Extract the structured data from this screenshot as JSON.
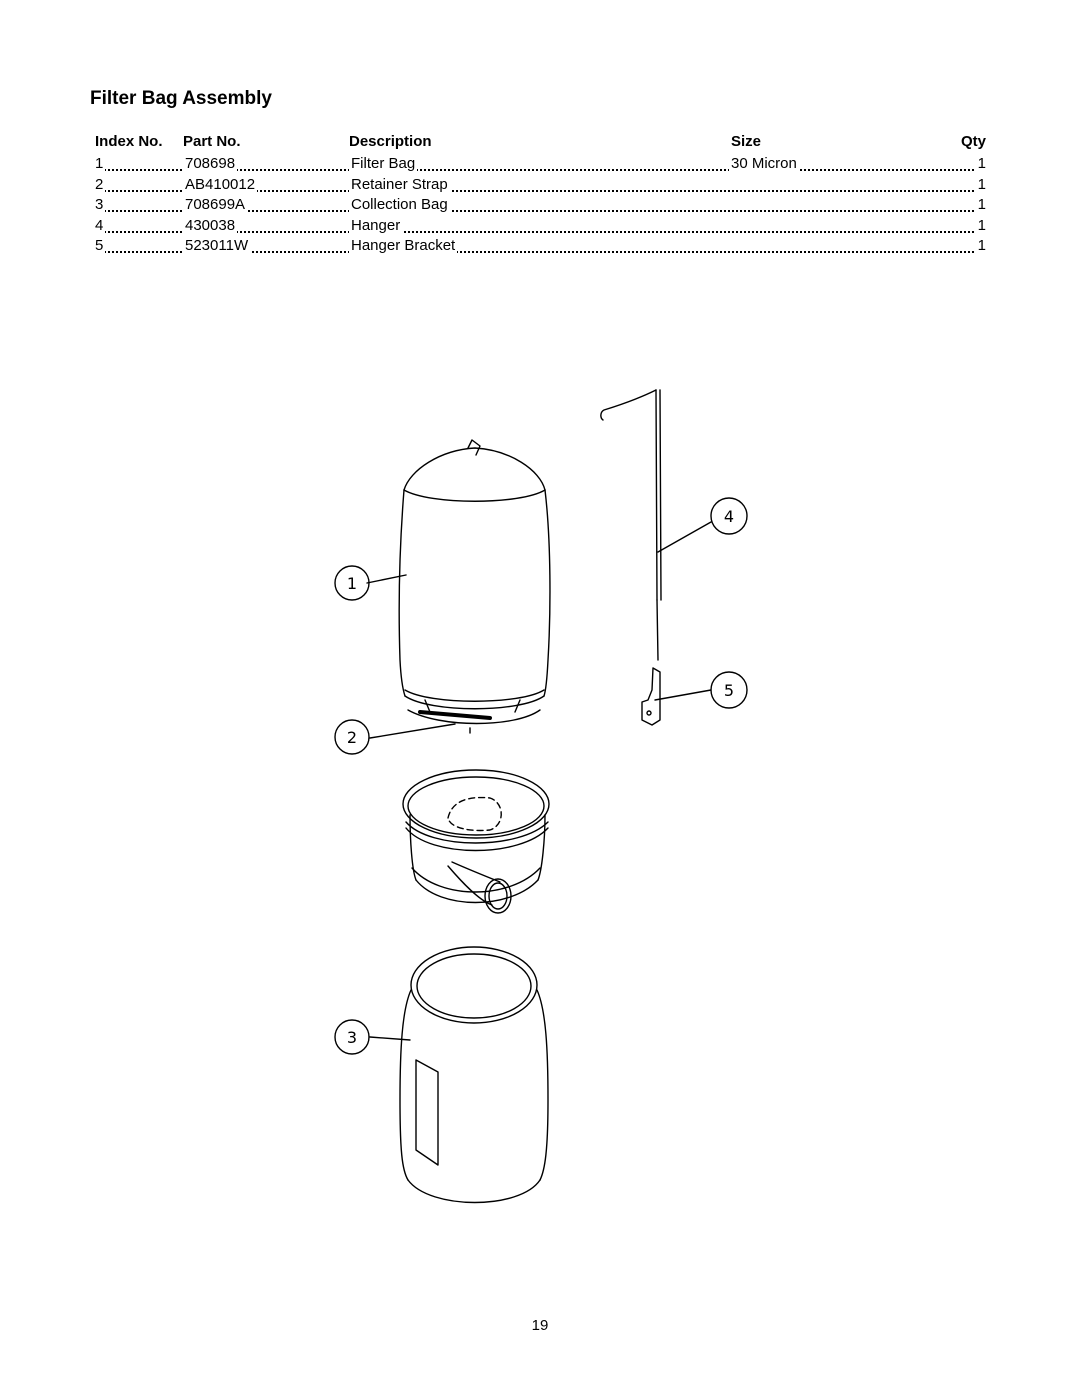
{
  "title": "Filter Bag Assembly",
  "table": {
    "headers": {
      "index": "Index No.",
      "part": "Part No.",
      "description": "Description",
      "size": "Size",
      "qty": "Qty"
    },
    "rows": [
      {
        "index": "1",
        "part": "708698",
        "description": "Filter Bag",
        "size": "30 Micron",
        "qty": "1"
      },
      {
        "index": "2",
        "part": "AB410012",
        "description": "Retainer Strap",
        "size": "",
        "qty": "1"
      },
      {
        "index": "3",
        "part": "708699A",
        "description": "Collection Bag",
        "size": "",
        "qty": "1"
      },
      {
        "index": "4",
        "part": "430038",
        "description": "Hanger",
        "size": "",
        "qty": "1"
      },
      {
        "index": "5",
        "part": "523011W",
        "description": "Hanger Bracket",
        "size": "",
        "qty": "1"
      }
    ]
  },
  "callouts": [
    "1",
    "2",
    "3",
    "4",
    "5"
  ],
  "page_number": "19"
}
